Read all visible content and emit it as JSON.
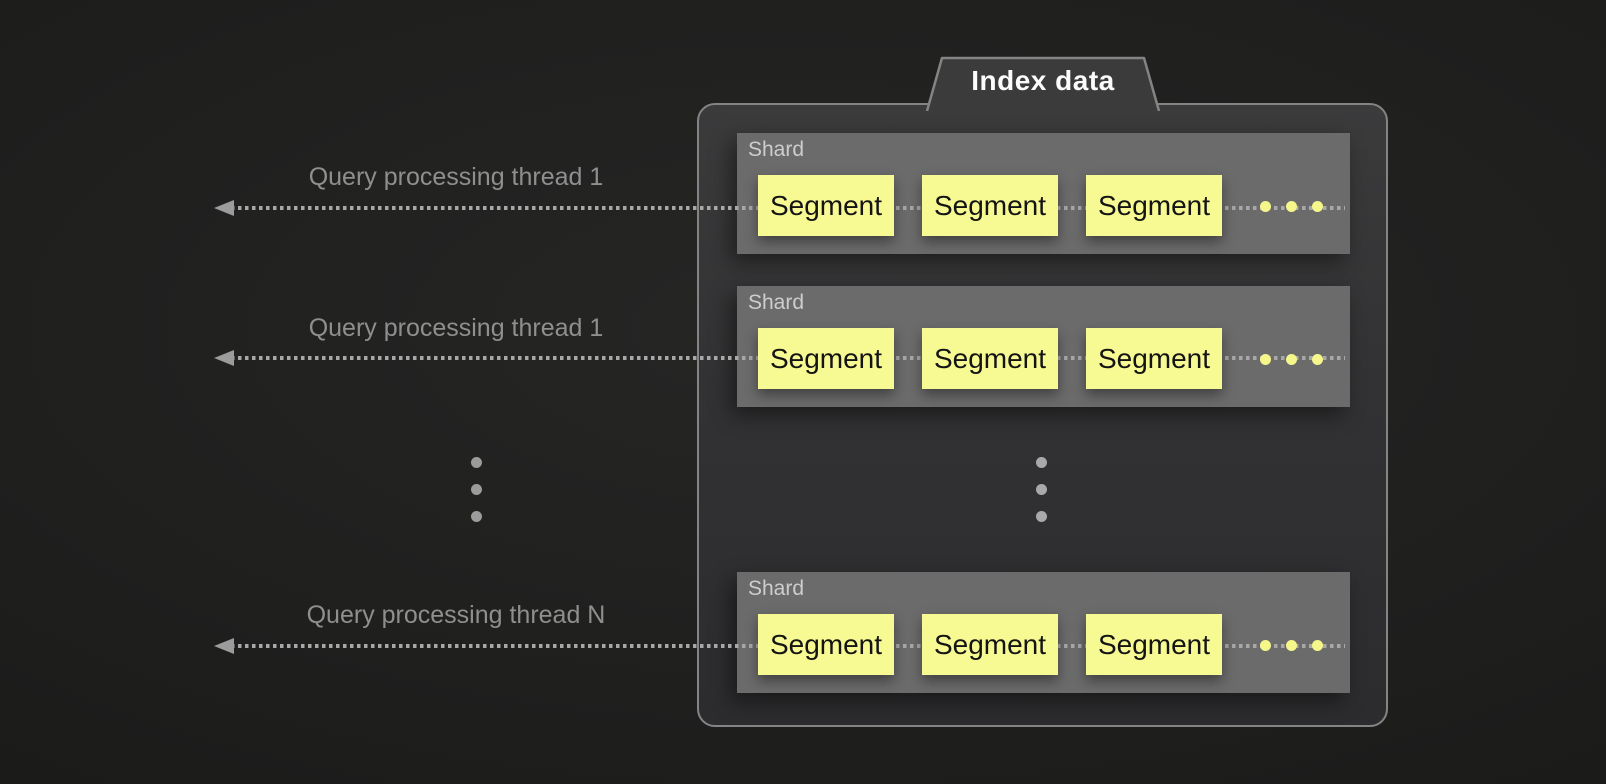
{
  "title_tab": {
    "label": "Index data"
  },
  "shards": [
    {
      "label": "Shard",
      "segments": [
        "Segment",
        "Segment",
        "Segment"
      ]
    },
    {
      "label": "Shard",
      "segments": [
        "Segment",
        "Segment",
        "Segment"
      ]
    },
    {
      "label": "Shard",
      "segments": [
        "Segment",
        "Segment",
        "Segment"
      ]
    }
  ],
  "threads": [
    {
      "label": "Query processing thread 1"
    },
    {
      "label": "Query processing thread 1"
    },
    {
      "label": "Query processing thread N"
    }
  ],
  "colors": {
    "page_background": "#1d1d1c",
    "container_background": "#343436",
    "container_border": "#848484",
    "shard_background": "#6b6b6b",
    "shard_label_text": "#cdcdcd",
    "segment_background": "#f7f992",
    "segment_text": "#141414",
    "arrow_gray": "#9c9c9c",
    "thread_label_text": "#8f8f8f",
    "tab_text": "#fbfbfb"
  }
}
